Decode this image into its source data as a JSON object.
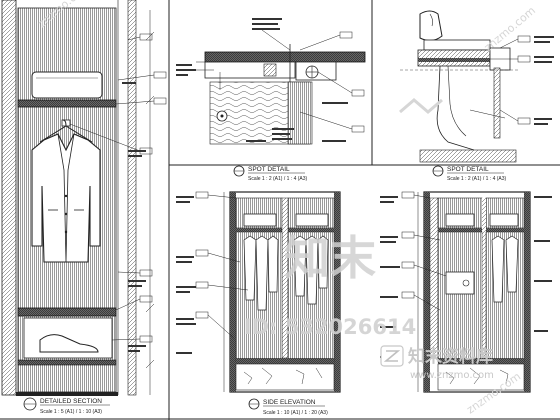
{
  "panels": {
    "detailed_section": {
      "title": "DETAILED SECTION",
      "scale": "Scale 1 : 5 (A1) / 1 : 10 (A3)"
    },
    "spot_detail_1": {
      "title": "SPOT DETAIL",
      "scale": "Scale 1 : 2 (A1) / 1 : 4 (A3)"
    },
    "spot_detail_2": {
      "title": "SPOT DETAIL",
      "scale": "Scale 1 : 2 (A1) / 1 : 4 (A3)"
    },
    "side_elevation": {
      "title": "SIDE ELEVATION",
      "scale": "Scale 1 : 10 (A1) / 1 : 20 (A3)"
    }
  },
  "watermark": {
    "logo_text": "知末",
    "id_text": "ID: 532026614",
    "brand_cn": "知末资料库",
    "brand_url": "www.znzmo.com",
    "corner_text": "znzmo.com"
  },
  "colors": {
    "line": "#222222",
    "watermark": "#cfcfcf",
    "background": "#ffffff"
  }
}
